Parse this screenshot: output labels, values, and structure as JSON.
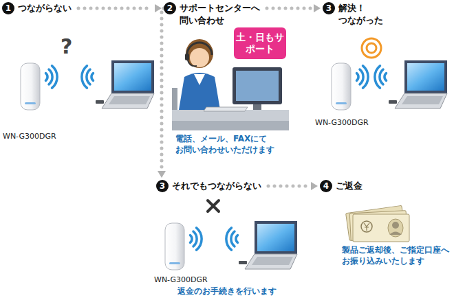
{
  "diagram": {
    "nodes": [
      {
        "text": [
          "1",
          "つながらない"
        ]
      },
      {
        "text": [
          "2",
          "サポートセンターへ 問い合わせ"
        ]
      },
      {
        "text": [
          "3",
          "解決！つながった"
        ]
      },
      {
        "text": [
          "3",
          "それでもつながらない"
        ]
      },
      {
        "text": [
          "4",
          "ご返金"
        ]
      }
    ],
    "edges": [
      {
        "from": 0,
        "to": 1,
        "arrow": "to"
      },
      {
        "from": 1,
        "to": 2,
        "arrow": "to"
      },
      {
        "from": 1,
        "to": 3,
        "arrow": "to"
      },
      {
        "from": 3,
        "to": 4,
        "arrow": "to"
      }
    ],
    "labels": [
      "?",
      "WN-G300DGR",
      "土・日もサポート",
      "電話、メール、FAXにて お問い合わせいただけます",
      "WN-G300DGR",
      "WN-G300DGR",
      "返金のお手続きを行います",
      "製品ご返却後、ご指定口座へ お振り込みいたします"
    ]
  }
}
